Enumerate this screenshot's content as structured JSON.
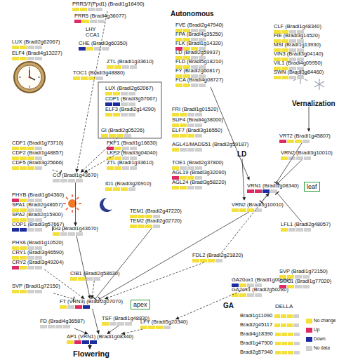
{
  "diagram": {
    "nodes": [
      {
        "text": [
          "PRR3/7(Ppd1) (Bradi1g16490)"
        ]
      },
      {
        "text": [
          "PRR5 (Bradi4g36077)"
        ]
      },
      {
        "text": [
          "LHY CCA1"
        ]
      },
      {
        "text": [
          "LUX (Bradi2g62067)"
        ]
      },
      {
        "text": [
          "ELF4 (Bradi4g13227)"
        ]
      },
      {
        "text": [
          "CHE (Bradi3g60350)"
        ]
      },
      {
        "text": [
          "ZTL (Bradi1g33610)"
        ]
      },
      {
        "text": [
          "TOC1 (Bradi3g48880)"
        ]
      },
      {
        "text": [
          "LUX (Bradi2g62067)"
        ]
      },
      {
        "text": [
          "CDP1 (Bradi3g57667)"
        ]
      },
      {
        "text": [
          "ELF3 (Bradi2g14290)"
        ]
      },
      {
        "text": [
          "GI (Bradi2g05226)"
        ]
      },
      {
        "text": [
          "FKF1 (Bradi1g16630)"
        ]
      },
      {
        "text": [
          "LKP2 (Bradi3g04040)"
        ]
      },
      {
        "text": [
          "ZTL (Bradi1g33610)"
        ]
      },
      {
        "text": [
          "CDF1 (Bradi1g73710)"
        ]
      },
      {
        "text": [
          "CDF2 (Bradi1g48857)"
        ]
      },
      {
        "text": [
          "CDF5 (Bradi3g25666)"
        ]
      },
      {
        "text": [
          "CO (Bradi1g43670)"
        ]
      },
      {
        "text": [
          "ID1 (Bradi3g26910)"
        ]
      },
      {
        "text": [
          "PHYB (Bradi1g64360)"
        ]
      },
      {
        "text": [
          "SPA1 (Bradi2g48657)"
        ]
      },
      {
        "text": [
          "SPA2 (Bradi2g15900)"
        ]
      },
      {
        "text": [
          "COP1 (Bradi3g57667)"
        ]
      },
      {
        "text": [
          "CO (Bradi1g43670)"
        ]
      },
      {
        "text": [
          "PHYA (Bradi1g10520)"
        ]
      },
      {
        "text": [
          "CRY1 (Bradi3g46590)"
        ]
      },
      {
        "text": [
          "CRY2 (Bradi3g49204)"
        ]
      },
      {
        "text": [
          "CIB1 (Bradi2g58630)"
        ]
      },
      {
        "text": [
          "SVP (Bradi1g72150)"
        ]
      },
      {
        "text": [
          "FT (VRN3) (Bradi2g07070)"
        ]
      },
      {
        "text": [
          "apex"
        ]
      },
      {
        "text": [
          "FD (Bradi4g36587)"
        ]
      },
      {
        "text": [
          "TSF (Bradi1g48830)"
        ]
      },
      {
        "text": [
          "AP1 (VRN1) (Bradi1g08340)"
        ]
      },
      {
        "text": [
          "FVE (Bradi2g47940)"
        ]
      },
      {
        "text": [
          "FPA (Bradi4g35250)"
        ]
      },
      {
        "text": [
          "FLK (Bradi1g14320)"
        ]
      },
      {
        "text": [
          "LD (Bradi2g59937)"
        ]
      },
      {
        "text": [
          "FLD (Bradi5g18210)"
        ]
      },
      {
        "text": [
          "FY (Bradi2g60817)"
        ]
      },
      {
        "text": [
          "FCA (Bradi4g08727)"
        ]
      },
      {
        "text": [
          "FRI (Bradi1g01520)"
        ]
      },
      {
        "text": [
          "SUF4 (Bradi4g38000)"
        ]
      },
      {
        "text": [
          "ELF7 (Bradi3g16550)"
        ]
      },
      {
        "text": [
          "AGL41/MADS51 (Bradi2g59187)"
        ]
      },
      {
        "text": [
          "TOE1 (Bradi2g37800)"
        ]
      },
      {
        "text": [
          "AGL19 (Bradi3g32090)"
        ]
      },
      {
        "text": [
          "AGL24 (Bradi3g58220)"
        ]
      },
      {
        "text": [
          "TEM1 (Bradi2g47220)"
        ]
      },
      {
        "text": [
          "TEM2 (Bradi2g02720)"
        ]
      },
      {
        "text": [
          "VRN2 (Bradi3g10010)"
        ]
      },
      {
        "text": [
          "FDL2 (Bradi2g21820)"
        ]
      },
      {
        "text": [
          "GA20ox1 (Bradi1g00950)"
        ]
      },
      {
        "text": [
          "GA2ox1 (Bradi2g50280)"
        ]
      },
      {
        "text": [
          "LFY (Bradi5g20340)"
        ]
      },
      {
        "text": [
          "CLF (Bradi1g48340)"
        ]
      },
      {
        "text": [
          "FIE (Bradi3g14520)"
        ]
      },
      {
        "text": [
          "MSI (Bradi1g13930)"
        ]
      },
      {
        "text": [
          "VIN3 (Bradi3g04140)"
        ]
      },
      {
        "text": [
          "VIL1 (Bradi4g05950)"
        ]
      },
      {
        "text": [
          "SWN (Bradi3g64460)"
        ]
      },
      {
        "text": [
          "VRT2 (Bradi1g45807)"
        ]
      },
      {
        "text": [
          "VRN2 (Bradi3g10010)"
        ]
      },
      {
        "text": [
          "VRN1 (Bradi1g08340)"
        ]
      },
      {
        "text": [
          "leaf"
        ]
      },
      {
        "text": [
          "LFL1 (Bradi2g48057)"
        ]
      },
      {
        "text": [
          "SVP (Bradi1g72150)"
        ]
      },
      {
        "text": [
          "SOC1 (Bradi1g77020)"
        ]
      },
      {
        "text": [
          "Bradi1g11090"
        ]
      },
      {
        "text": [
          "Bradi2g45117"
        ]
      },
      {
        "text": [
          "Bradi4g18390"
        ]
      },
      {
        "text": [
          "Bradi1g47900"
        ]
      },
      {
        "text": [
          "Bradi2g57940"
        ]
      }
    ],
    "edges": [
      {
        "from": 0,
        "to": 18,
        "arrow": "to"
      },
      {
        "from": 11,
        "to": 18,
        "arrow": "to"
      },
      {
        "from": 17,
        "to": 18,
        "arrow": "to"
      },
      {
        "from": 12,
        "to": 18,
        "arrow": "to"
      },
      {
        "from": 18,
        "to": 24,
        "arrow": "to"
      },
      {
        "from": 23,
        "to": 24,
        "arrow": "to"
      },
      {
        "from": 24,
        "to": 30,
        "arrow": "to"
      },
      {
        "from": 27,
        "to": 30,
        "arrow": "to"
      },
      {
        "from": 28,
        "to": 30,
        "arrow": "to"
      },
      {
        "from": 29,
        "to": 30,
        "arrow": "to"
      },
      {
        "from": 50,
        "to": 30,
        "arrow": "to"
      },
      {
        "from": 51,
        "to": 30,
        "arrow": "to"
      },
      {
        "from": 30,
        "to": 34,
        "arrow": "to"
      },
      {
        "from": 32,
        "to": 34,
        "arrow": "to"
      },
      {
        "from": 33,
        "to": 34,
        "arrow": "to"
      },
      {
        "from": 55,
        "to": 34,
        "arrow": "to"
      },
      {
        "from": 52,
        "to": 30,
        "arrow": "to"
      },
      {
        "from": 64,
        "to": 51,
        "arrow": "to"
      },
      {
        "from": 52,
        "to": 64,
        "arrow": "to"
      },
      {
        "from": 62,
        "to": 64,
        "arrow": "to"
      },
      {
        "from": 63,
        "to": 64,
        "arrow": "to"
      },
      {
        "from": 66,
        "to": 64,
        "arrow": "to"
      },
      {
        "from": 53,
        "to": 55,
        "arrow": "to"
      }
    ],
    "labels": [
      "Autonomous",
      "Vernalization",
      "LD",
      "GA",
      "DELLA",
      "Flowering"
    ],
    "legend": [
      {
        "text": "No change",
        "color": "#f3e03b"
      },
      {
        "text": "Up",
        "color": "#dc2a63"
      },
      {
        "text": "Down",
        "color": "#1c2c9e"
      },
      {
        "text": "No data",
        "color": "#cfcfcf"
      }
    ]
  }
}
